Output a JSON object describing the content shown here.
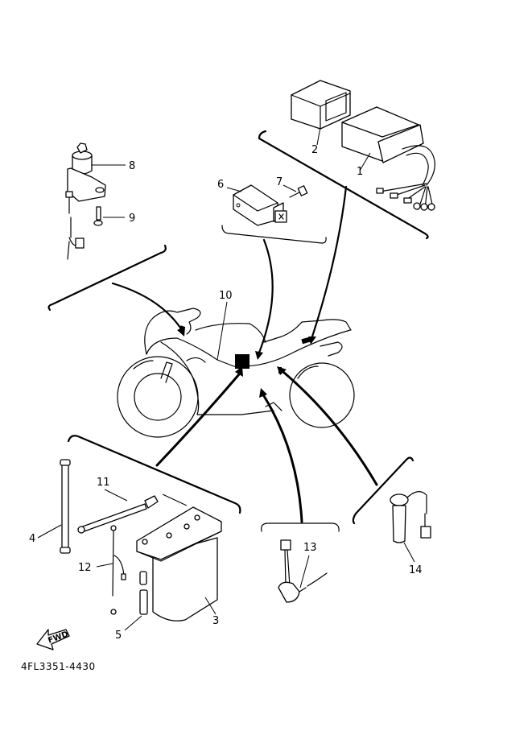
{
  "diagram": {
    "title": "Electrical parts exploded view",
    "part_number_code": "4FL3351-4430",
    "direction_badge": "FWD",
    "callouts": [
      {
        "id": "1",
        "label": "1",
        "part": "cdi-unit"
      },
      {
        "id": "2",
        "label": "2",
        "part": "cdi-cover"
      },
      {
        "id": "3",
        "label": "3",
        "part": "battery"
      },
      {
        "id": "4",
        "label": "4",
        "part": "battery-band"
      },
      {
        "id": "5",
        "label": "5",
        "part": "fuse"
      },
      {
        "id": "6",
        "label": "6",
        "part": "relay"
      },
      {
        "id": "7",
        "label": "7",
        "part": "relay-bolt"
      },
      {
        "id": "8",
        "label": "8",
        "part": "main-switch"
      },
      {
        "id": "9",
        "label": "9",
        "part": "switch-bolt"
      },
      {
        "id": "10",
        "label": "10",
        "part": "wire-harness"
      },
      {
        "id": "11",
        "label": "11",
        "part": "battery-cable"
      },
      {
        "id": "12",
        "label": "12",
        "part": "lead-wire"
      },
      {
        "id": "13",
        "label": "13",
        "part": "neutral-switch"
      },
      {
        "id": "14",
        "label": "14",
        "part": "horn-sender"
      }
    ]
  }
}
